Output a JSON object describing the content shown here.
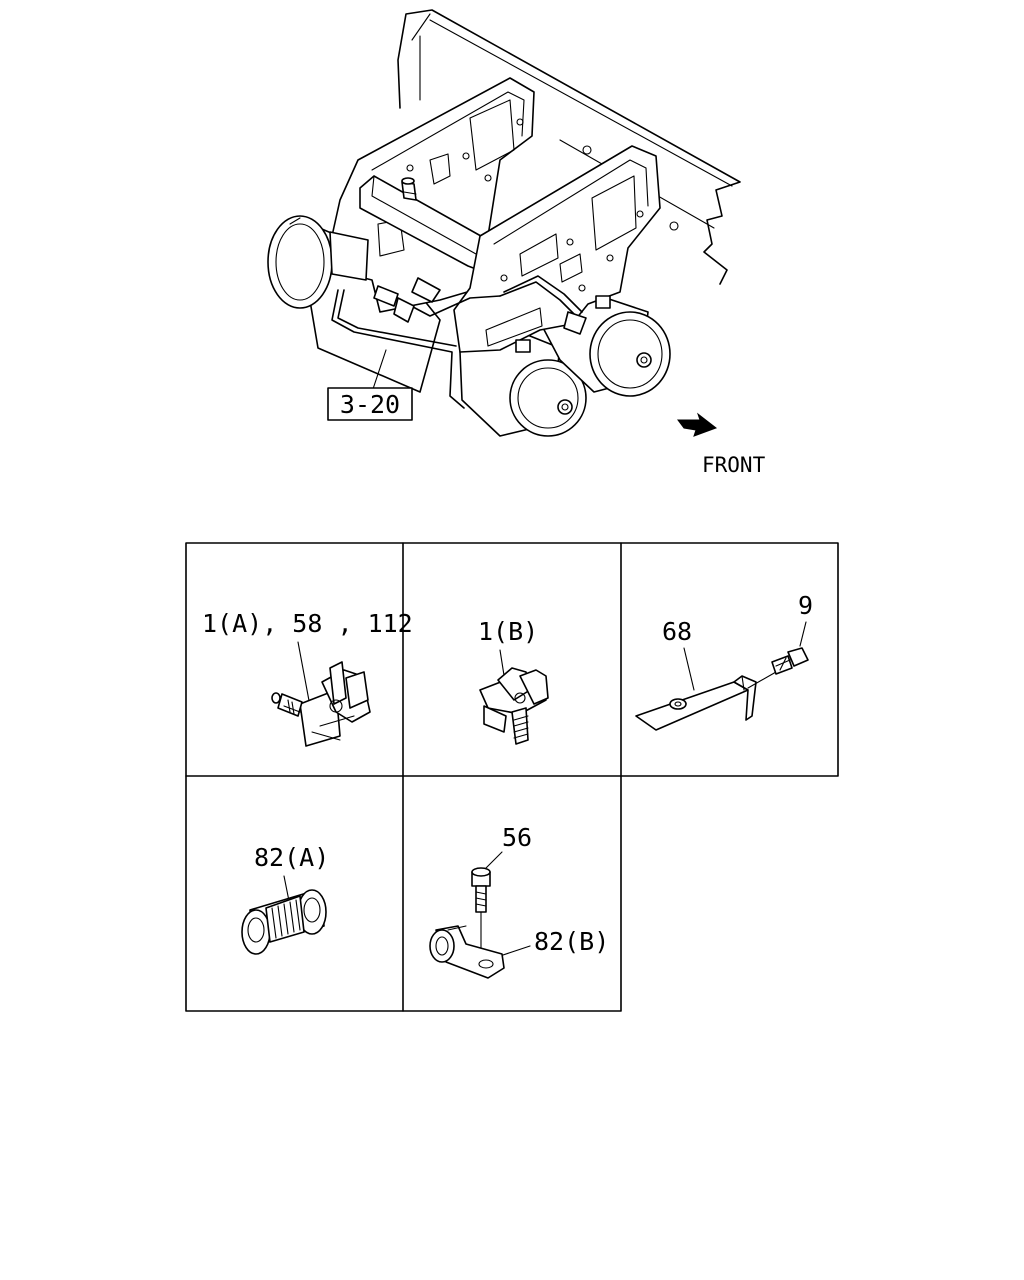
{
  "diagram": {
    "reference_label": "3-20",
    "direction_label": "FRONT",
    "detail_cells": [
      {
        "label": "1(A), 58 , 112"
      },
      {
        "label": "1(B)"
      },
      {
        "label_a": "68",
        "label_b": "9"
      },
      {
        "label": "82(A)"
      },
      {
        "label_a": "56",
        "label_b": "82(B)"
      }
    ]
  }
}
